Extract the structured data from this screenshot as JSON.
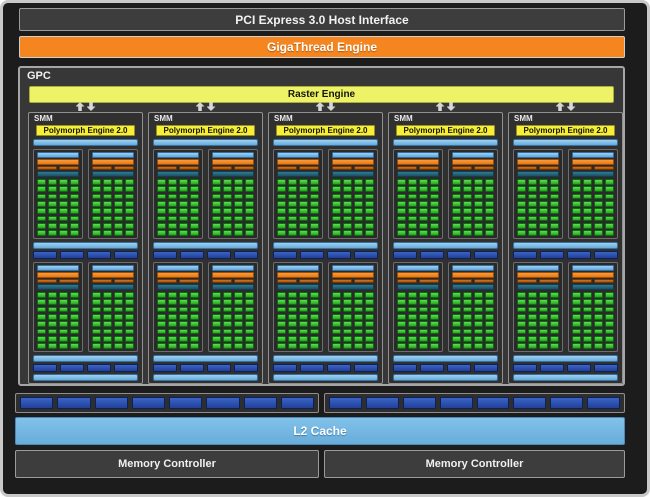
{
  "header": {
    "pci_label": "PCI Express 3.0 Host Interface",
    "gigathread_label": "GigaThread Engine"
  },
  "gpc": {
    "label": "GPC",
    "raster_label": "Raster Engine",
    "smm_count": 5,
    "smm": {
      "label": "SMM",
      "polymorph_label": "Polymorph Engine 2.0",
      "partition_rows": 2,
      "partitions_per_row": 2,
      "core_columns": 4,
      "core_rows": 8,
      "tex_units_per_row": 4
    }
  },
  "rop": {
    "groups": 2,
    "units_per_group": 8
  },
  "bottom": {
    "l2_label": "L2 Cache",
    "memory_controller_label": "Memory Controller",
    "memory_controller_count": 2
  },
  "colors": {
    "orange_engine": "#f5861f",
    "raster_yellow": "#edf266",
    "polymorph_yellow": "#f7ee38",
    "light_blue": "#7cc0e8",
    "dark_blue": "#2b55b4",
    "teal": "#235e74",
    "core_green": "#35c92d",
    "panel_gray": "#3d3d3d",
    "background": "#1c1c1c"
  }
}
